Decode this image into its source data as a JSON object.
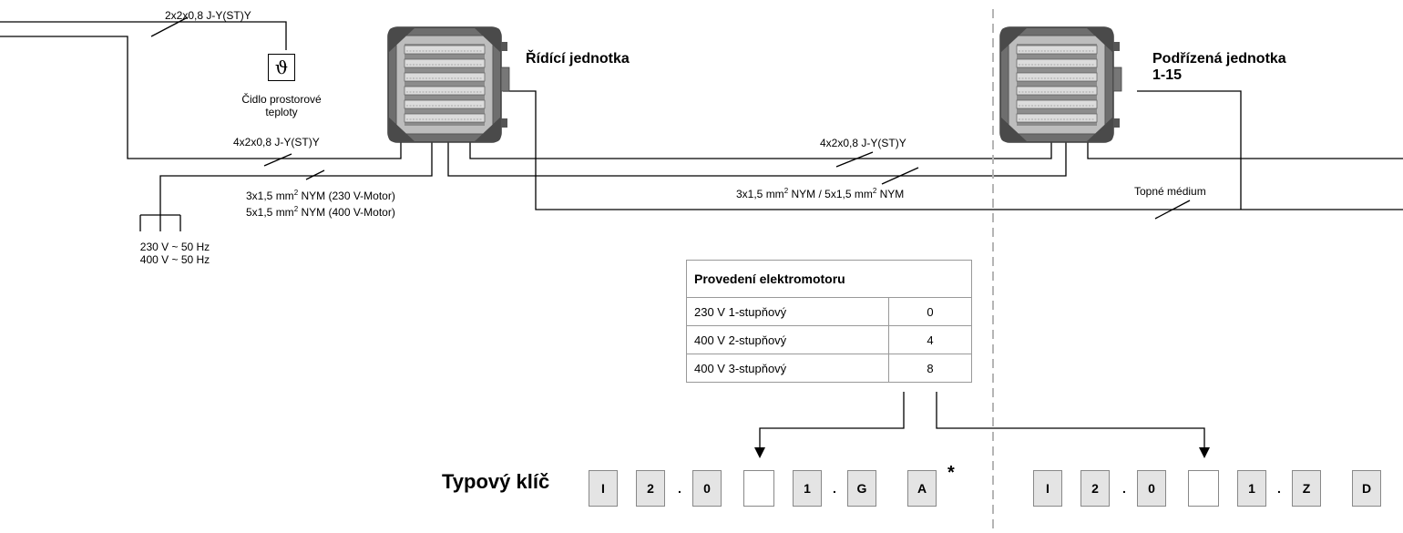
{
  "units": {
    "master_title": "Řídící jednotka",
    "slave_title_line1": "Podřízená jednotka",
    "slave_title_line2": "1-15"
  },
  "sensor": {
    "symbol": "ϑ",
    "label_line1": "Čidlo prostorové",
    "label_line2": "teploty",
    "icon": "thermometer-theta-icon"
  },
  "cables": {
    "sensor_cable": "2x2x0,8 J-Y(ST)Y",
    "control_cable_master": "4x2x0,8 J-Y(ST)Y",
    "power_230": {
      "prefix": "3x1,5 mm",
      "exp": "2",
      "suffix": " NYM (230 V-Motor)"
    },
    "power_400": {
      "prefix": "5x1,5 mm",
      "exp": "2",
      "suffix": " NYM (400 V-Motor)"
    },
    "control_cable_link": "4x2x0,8 J-Y(ST)Y",
    "power_link": {
      "a": "3x1,5 mm",
      "a_exp": "2",
      "b": " NYM / 5x1,5 mm",
      "b_exp": "2",
      "c": " NYM"
    },
    "heating_medium": "Topné médium"
  },
  "supply": {
    "line1": "230 V ~ 50 Hz",
    "line2": "400 V ~ 50 Hz"
  },
  "motor_table": {
    "header": "Provedení elektromotoru",
    "rows": [
      {
        "label": "230 V 1-stupňový",
        "code": "0"
      },
      {
        "label": "400 V 2-stupňový",
        "code": "4"
      },
      {
        "label": "400 V 3-stupňový",
        "code": "8"
      }
    ]
  },
  "type_key": {
    "label": "Typový klíč",
    "left_cells": [
      "I",
      "2",
      ".",
      "0",
      "",
      "1",
      ".",
      "G",
      "A"
    ],
    "asterisk": "*",
    "right_cells": [
      "I",
      "2",
      ".",
      "0",
      "",
      "1",
      ".",
      "Z",
      "D"
    ]
  },
  "colors": {
    "unit_frame": "#6e6e6e",
    "unit_panel": "#c8c8c8",
    "cell_fill": "#e4e4e4",
    "divider": "#b5b5b5"
  }
}
